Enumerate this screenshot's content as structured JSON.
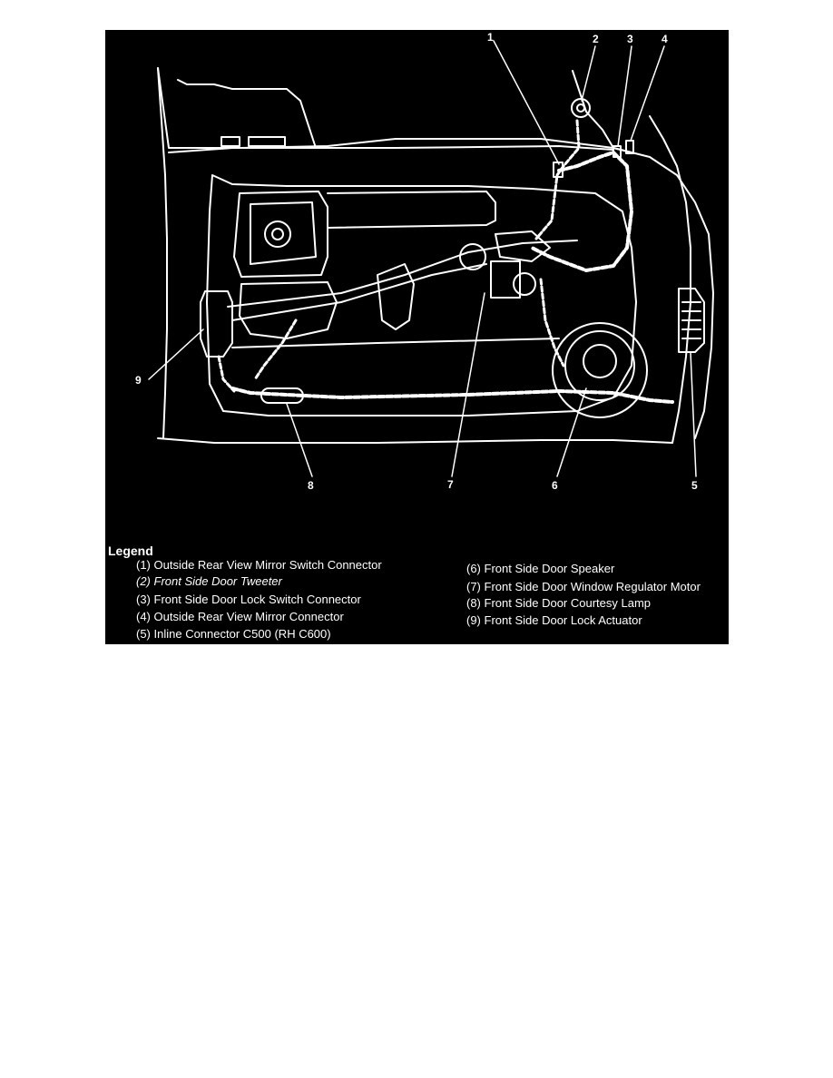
{
  "colors": {
    "background": "#000000",
    "lines": "#ffffff",
    "page": "#ffffff"
  },
  "callouts": [
    "1",
    "2",
    "3",
    "4",
    "5",
    "6",
    "7",
    "8",
    "9"
  ],
  "legend": {
    "title": "Legend",
    "items": [
      "(1)  Outside Rear View Mirror Switch Connector",
      "(2)  Front Side Door Tweeter",
      "(3)  Front Side Door Lock Switch Connector",
      "(4)  Outside Rear View Mirror Connector",
      "(5)  Inline Connector C500 (RH C600)",
      "(6)  Front Side Door Speaker",
      "(7)  Front Side Door Window Regulator Motor",
      "(8)  Front Side Door Courtesy Lamp",
      "(9)  Front Side Door Lock Actuator"
    ]
  }
}
